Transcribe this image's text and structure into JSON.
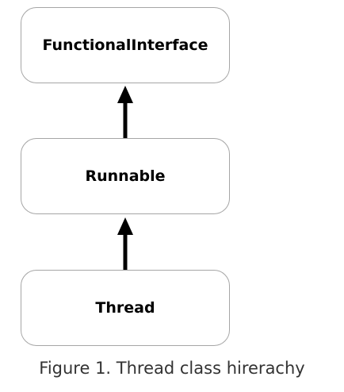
{
  "nodes": [
    {
      "label": "FunctionalInterface"
    },
    {
      "label": "Runnable"
    },
    {
      "label": "Thread"
    }
  ],
  "edges": [
    {
      "from": "Thread",
      "to": "Runnable"
    },
    {
      "from": "Runnable",
      "to": "FunctionalInterface"
    }
  ],
  "caption": "Figure 1. Thread class hirerachy"
}
